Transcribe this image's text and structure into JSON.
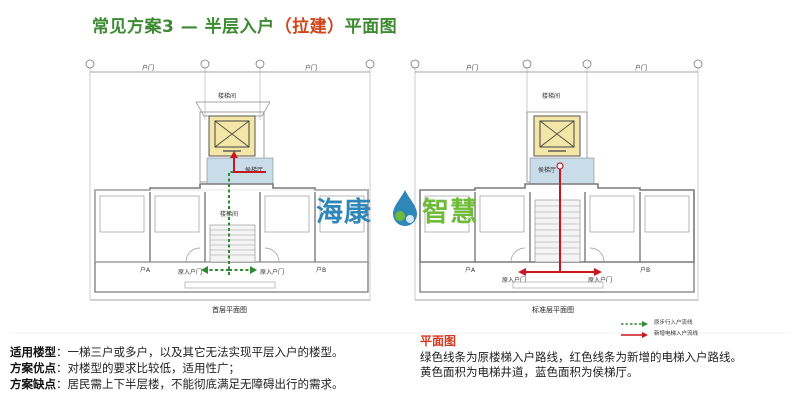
{
  "title": {
    "main": "常见方案3 — 半层入户",
    "accent": "（拉建）",
    "suffix": "平面图"
  },
  "left_plan": {
    "dim_left": "户门",
    "dim_right": "户门",
    "stair_top": "楼梯间",
    "waiting_hall": "侯梯厅",
    "stair_mid": "楼梯间",
    "door_left": "户A",
    "door_right": "户B",
    "entry_1": "原入户门",
    "entry_2": "原入户门",
    "caption": "首层平面图"
  },
  "right_plan": {
    "dim_left": "户门",
    "dim_right": "户门",
    "stair_top": "楼梯间",
    "waiting_hall": "侯梯厅",
    "door_left": "户A",
    "door_right": "户B",
    "entry_1": "原入户门",
    "entry_2": "原入户门",
    "caption": "标准层平面图"
  },
  "legend": {
    "green_item": "原步行入户流线",
    "red_item": "新增电梯入户流线"
  },
  "watermark": {
    "left": "海康",
    "right": "智慧"
  },
  "description_left": {
    "items": [
      {
        "label": "适用楼型",
        "text": "：一梯三户或多户，以及其它无法实现平层入户的楼型。"
      },
      {
        "label": "方案优点",
        "text": "：对楼型的要求比较低，适用性广；"
      },
      {
        "label": "方案缺点",
        "text": "：居民需上下半层楼，不能彻底满足无障碍出行的需求。"
      }
    ]
  },
  "description_right": {
    "heading": "平面图",
    "line1": "绿色线条为原楼梯入户路线，红色线条为新增的电梯入户路线。",
    "line2": "黄色面积为电梯井道，蓝色面积为侯梯厅。"
  },
  "colors": {
    "title_green": "#3d8a32",
    "title_accent": "#d0461a",
    "elevator_yellow": "#f3e6a6",
    "hall_blue": "#c9dcea",
    "route_green": "#2f8a2f",
    "route_red": "#c8171e",
    "wall_gray": "#7a7a7a"
  }
}
